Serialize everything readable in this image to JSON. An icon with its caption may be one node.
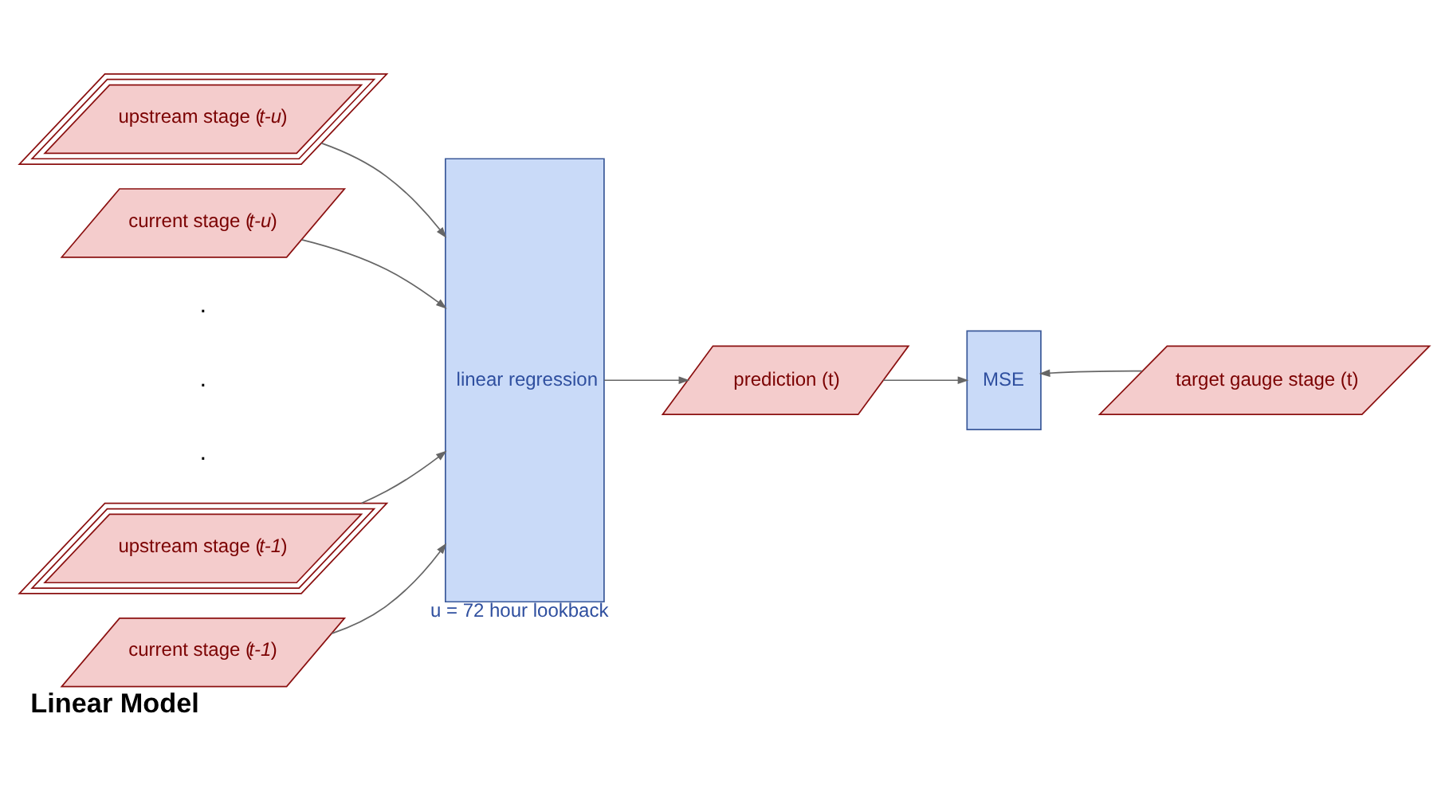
{
  "diagram": {
    "title": "Linear Model",
    "nodes": [
      {
        "text": [
          "upstream stage (*t-u*)"
        ]
      },
      {
        "text": [
          "current stage (*t-u*)"
        ]
      },
      {
        "text": [
          "upstream stage (*t-1*)"
        ]
      },
      {
        "text": [
          "current stage (*t-1*)"
        ]
      },
      {
        "text": [
          "linear regression"
        ],
        "beside": [
          "u = 72 hour lookback"
        ]
      },
      {
        "text": [
          "prediction (t)"
        ]
      },
      {
        "text": [
          "MSE"
        ]
      },
      {
        "text": [
          "target gauge stage (t)"
        ]
      }
    ],
    "edges": [
      {
        "from": 0,
        "to": 4,
        "arrow": "to"
      },
      {
        "from": 1,
        "to": 4,
        "arrow": "to"
      },
      {
        "from": 2,
        "to": 4,
        "arrow": "to"
      },
      {
        "from": 3,
        "to": 4,
        "arrow": "to"
      },
      {
        "from": 4,
        "to": 5,
        "arrow": "to"
      },
      {
        "from": 5,
        "to": 6,
        "arrow": "to"
      },
      {
        "from": 7,
        "to": 6,
        "arrow": "to"
      }
    ],
    "labels": [
      ".",
      ".",
      "."
    ]
  }
}
